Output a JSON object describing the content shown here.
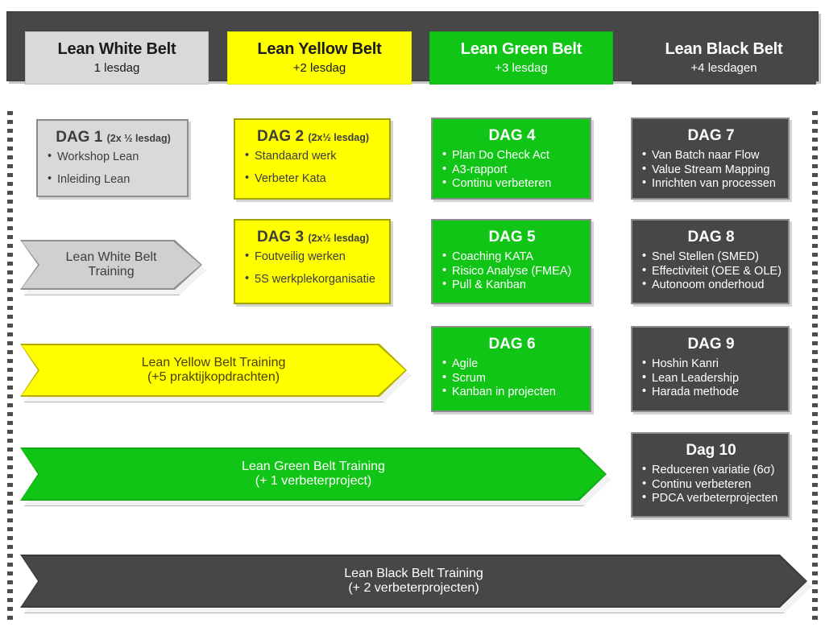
{
  "header": {
    "tabs": [
      {
        "title": "Lean White Belt",
        "sub": "1 lesdag",
        "color": "#d9d9d9"
      },
      {
        "title": "Lean Yellow Belt",
        "sub": "+2 lesdag",
        "color": "#ffff00"
      },
      {
        "title": "Lean Green Belt",
        "sub": "+3 lesdag",
        "color": "#11c517"
      },
      {
        "title": "Lean Black Belt",
        "sub": "+4 lesdagen",
        "color": "#474747"
      }
    ]
  },
  "days": [
    {
      "heading": "DAG 1",
      "note": "(2x ½ lesdag)",
      "items": [
        "Workshop Lean",
        "Inleiding Lean"
      ]
    },
    {
      "heading": "DAG 2",
      "note": "(2x½ lesdag)",
      "items": [
        "Standaard werk",
        "Verbeter Kata"
      ]
    },
    {
      "heading": "DAG 3",
      "note": "(2x½ lesdag)",
      "items": [
        "Foutveilig werken",
        "5S werkplekorganisatie"
      ]
    },
    {
      "heading": "DAG 4",
      "note": "",
      "items": [
        "Plan Do Check Act",
        "A3-rapport",
        "Continu verbeteren"
      ]
    },
    {
      "heading": "DAG 5",
      "note": "",
      "items": [
        "Coaching KATA",
        "Risico Analyse  (FMEA)",
        "Pull & Kanban"
      ]
    },
    {
      "heading": "DAG 6",
      "note": "",
      "items": [
        "Agile",
        "Scrum",
        "Kanban in projecten"
      ]
    },
    {
      "heading": "DAG 7",
      "note": "",
      "items": [
        "Van Batch naar Flow",
        "Value Stream Mapping",
        "Inrichten van processen"
      ]
    },
    {
      "heading": "DAG 8",
      "note": "",
      "items": [
        "Snel Stellen (SMED)",
        "Effectiviteit (OEE & OLE)",
        "Autonoom onderhoud"
      ]
    },
    {
      "heading": "DAG 9",
      "note": "",
      "items": [
        "Hoshin Kanri",
        "Lean Leadership",
        "Harada methode"
      ]
    },
    {
      "heading": "Dag 10",
      "note": "",
      "items": [
        "Reduceren variatie (6σ)",
        "Continu verbeteren",
        "PDCA verbeterprojecten"
      ]
    }
  ],
  "banners": [
    {
      "title": "Lean White Belt",
      "title2": "Training",
      "sub": "",
      "color": "#d0d0d0"
    },
    {
      "title": "Lean Yellow Belt Training",
      "title2": "",
      "sub": "(+5 praktijkopdrachten)",
      "color": "#ffff00"
    },
    {
      "title": "Lean Green Belt  Training",
      "title2": "",
      "sub": "(+ 1 verbeterproject)",
      "color": "#11c517"
    },
    {
      "title": "Lean Black Belt Training",
      "title2": "",
      "sub": "(+ 2 verbeterprojecten)",
      "color": "#474747"
    }
  ]
}
